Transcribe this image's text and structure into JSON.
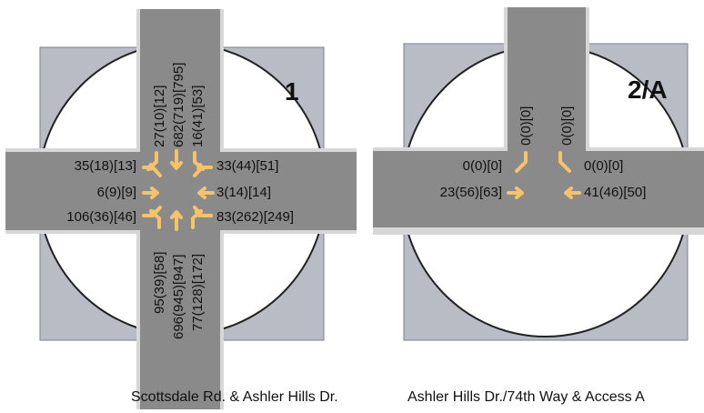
{
  "colors": {
    "background_square": "#b9bcc5",
    "square_border": "#7a7f8a",
    "circle_fill": "#ffffff",
    "circle_stroke": "#222222",
    "road": "#8a8a8a",
    "road_edge": "#d7d7d7",
    "arrow": "#f6c36b",
    "arrow_edge": "#ffffff",
    "text": "#111111"
  },
  "intersections": [
    {
      "id": "1",
      "label": "1",
      "caption": "Scottsdale Rd. & Ashler Hills Dr.",
      "volumes": {
        "sb": [
          "27(10)[12]",
          "682(719)[795]",
          "16(41)[53]"
        ],
        "nb": [
          "95(39)[58]",
          "696(945)[947]",
          "77(128)[172]"
        ],
        "eb": [
          "35(18)[13]",
          "6(9)[9]",
          "106(36)[46]"
        ],
        "wb": [
          "33(44)[51]",
          "3(14)[14]",
          "83(262)[249]"
        ]
      }
    },
    {
      "id": "2A",
      "label": "2/A",
      "caption": "Ashler Hills Dr./74th Way & Access A",
      "volumes": {
        "sb": [
          "0(0)[0]",
          "0(0)[0]"
        ],
        "eb": [
          "0(0)[0]",
          "23(56)[63]"
        ],
        "wb": [
          "0(0)[0]",
          "41(46)[50]"
        ]
      }
    }
  ]
}
